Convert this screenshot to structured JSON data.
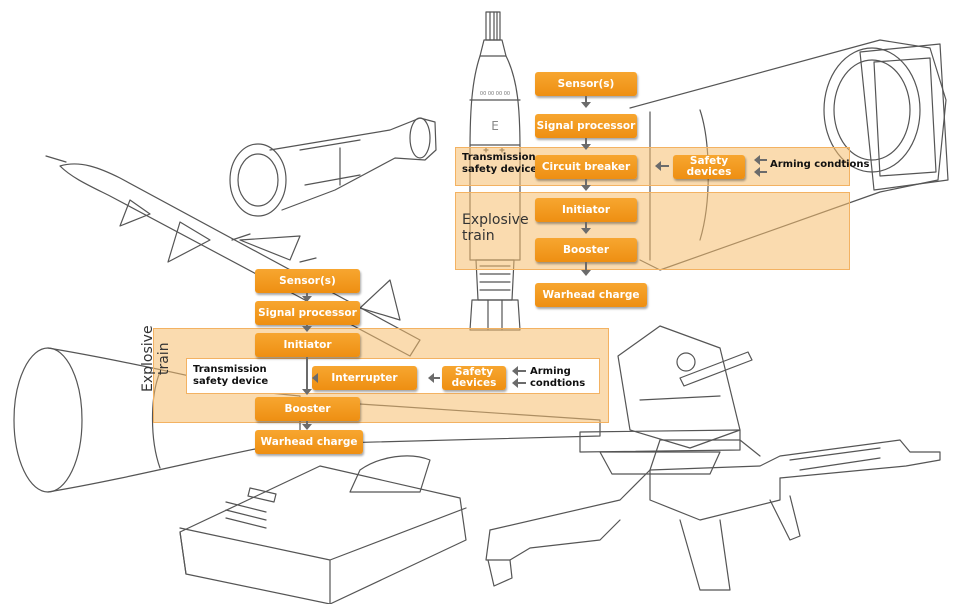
{
  "colors": {
    "box_orange": "#f29a1f",
    "band_fill": "#f8c98a",
    "line_gray": "#6b6b6b",
    "sketch": "#555555"
  },
  "diagram_a": {
    "sensors": "Sensor(s)",
    "signal_processor": "Signal processor",
    "transmission_label": "Transmission\nsafety device",
    "circuit_breaker": "Circuit breaker",
    "safety_devices": "Safety\ndevices",
    "arming_conditions": "Arming condtions",
    "explosive_train": "Explosive\ntrain",
    "initiator": "Initiator",
    "booster": "Booster",
    "warhead_charge": "Warhead charge"
  },
  "diagram_b": {
    "sensors": "Sensor(s)",
    "signal_processor": "Signal processor",
    "initiator": "Initiator",
    "explosive_train": "Explosive\ntrain",
    "transmission_label": "Transmission\nsafety device",
    "interrupter": "Interrupter",
    "safety_devices": "Safety\ndevices",
    "arming_conditions": "Arming\ncondtions",
    "booster": "Booster",
    "warhead_charge": "Warhead charge"
  },
  "illustrations": [
    "mortar-shell",
    "sight-device",
    "missile",
    "antitank-munition",
    "cannon-turret",
    "horn-weapon",
    "mine",
    "assault-rifle"
  ]
}
